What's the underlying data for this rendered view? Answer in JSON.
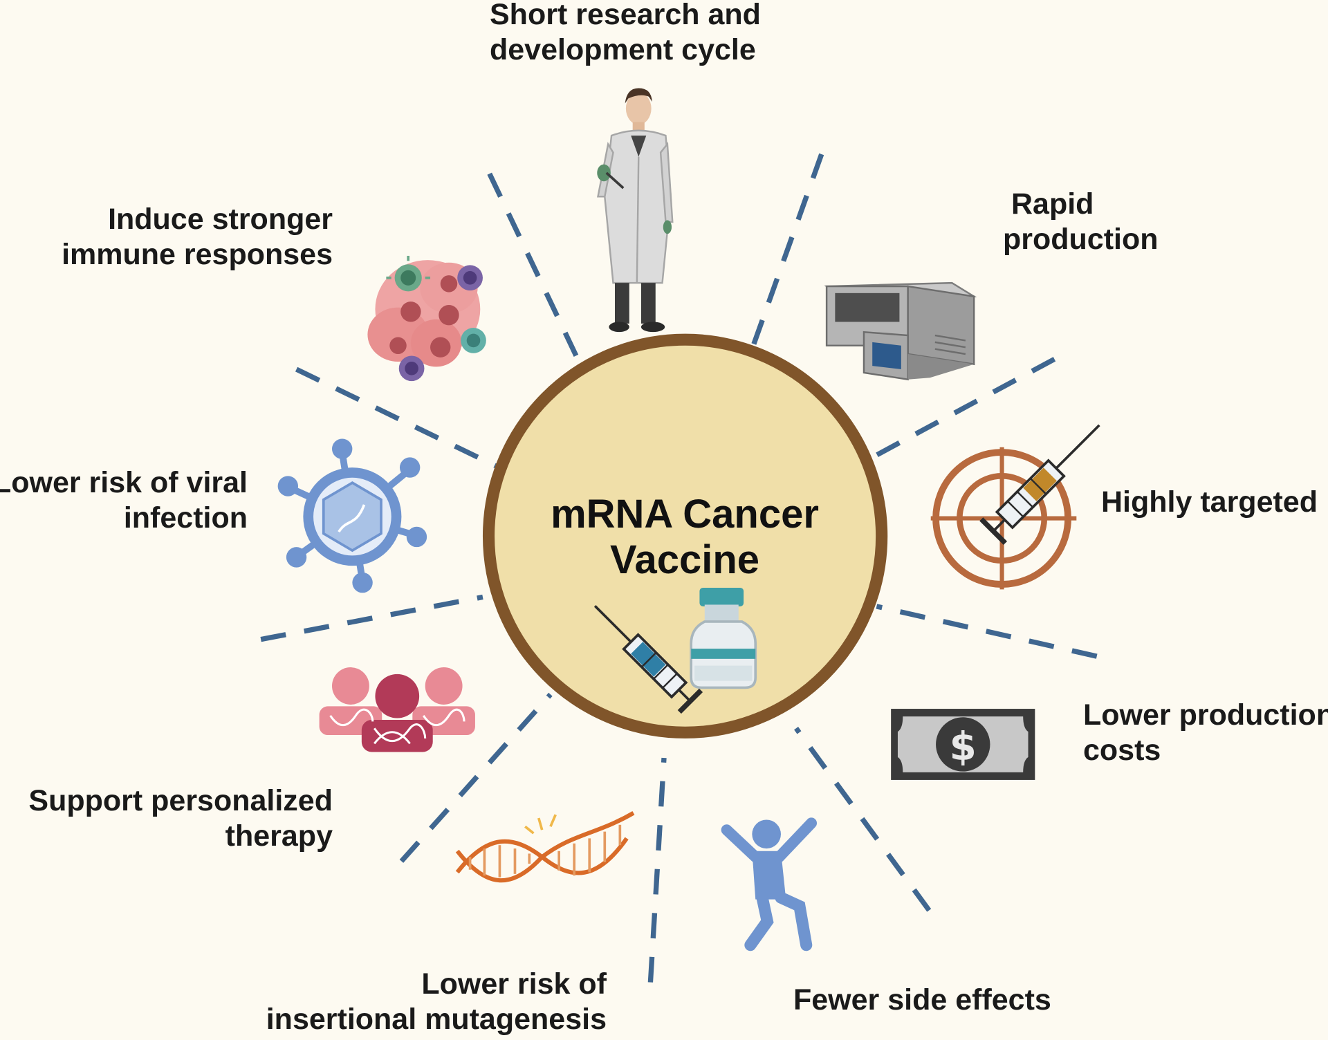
{
  "center": {
    "title_line1": "mRNA Cancer",
    "title_line2": "Vaccine"
  },
  "benefits": {
    "short_cycle": {
      "line1": "Short research and",
      "line2": "development cycle"
    },
    "rapid_production": {
      "line1": "Rapid",
      "line2": "production"
    },
    "highly_targeted": {
      "line1": "Highly targeted"
    },
    "lower_costs": {
      "line1": "Lower production",
      "line2": "costs"
    },
    "fewer_side_effects": {
      "line1": "Fewer side effects"
    },
    "lower_mutagenesis": {
      "line1": "Lower risk of",
      "line2": "insertional mutagenesis"
    },
    "personalized_therapy": {
      "line1": "Support  personalized",
      "line2": "therapy"
    },
    "lower_viral_infection": {
      "line1": "Lower risk of viral",
      "line2": "infection"
    },
    "stronger_immune": {
      "line1": "Induce stronger",
      "line2": "immune responses"
    }
  },
  "icons": {
    "scientist": "scientist-icon",
    "production_machine": "production-machine-icon",
    "target_syringe": "target-syringe-icon",
    "banknote": "dollar-banknote-icon",
    "person_jumping": "jumping-person-icon",
    "dna": "dna-helix-icon",
    "people_dna": "people-dna-icon",
    "virus": "virus-icon",
    "tumor_cells": "tumor-immune-cells-icon",
    "vaccine_vial": "vaccine-vial-icon",
    "syringe": "syringe-icon"
  },
  "colors": {
    "background": "#fdfaf1",
    "circle_fill": "#f0dfa9",
    "circle_stroke": "#80552a",
    "dashes": "#3f6690",
    "text": "#1a1a1a"
  }
}
